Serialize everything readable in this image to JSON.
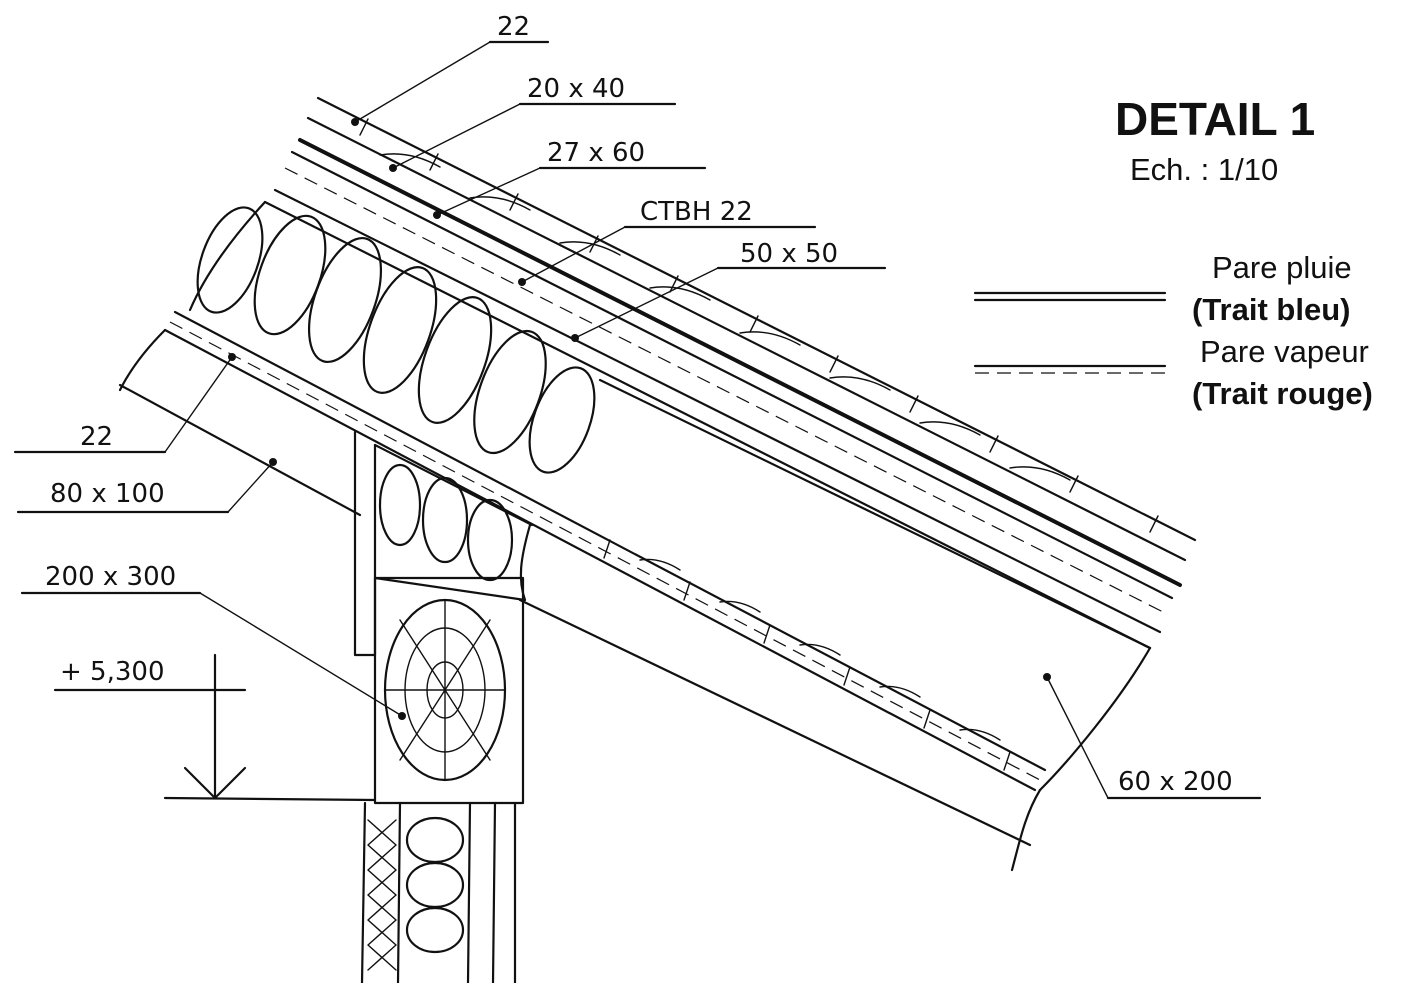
{
  "title": {
    "heading": "DETAIL 1",
    "scale": "Ech. : 1/10"
  },
  "legend": {
    "pare_pluie": "Pare pluie",
    "pare_pluie_note": "(Trait bleu)",
    "pare_vapeur": "Pare vapeur",
    "pare_vapeur_note": "(Trait rouge)"
  },
  "labels": {
    "top_22": "22",
    "batten_20x40": "20 x 40",
    "counter_27x60": "27 x 60",
    "ctbh": "CTBH  22",
    "rafter_50x50": "50 x 50",
    "bottom_22": "22",
    "beam_80x100": "80 x 100",
    "beam_200x300": "200 x 300",
    "level": "+ 5,300",
    "rafter_60x200": "60 x 200"
  }
}
